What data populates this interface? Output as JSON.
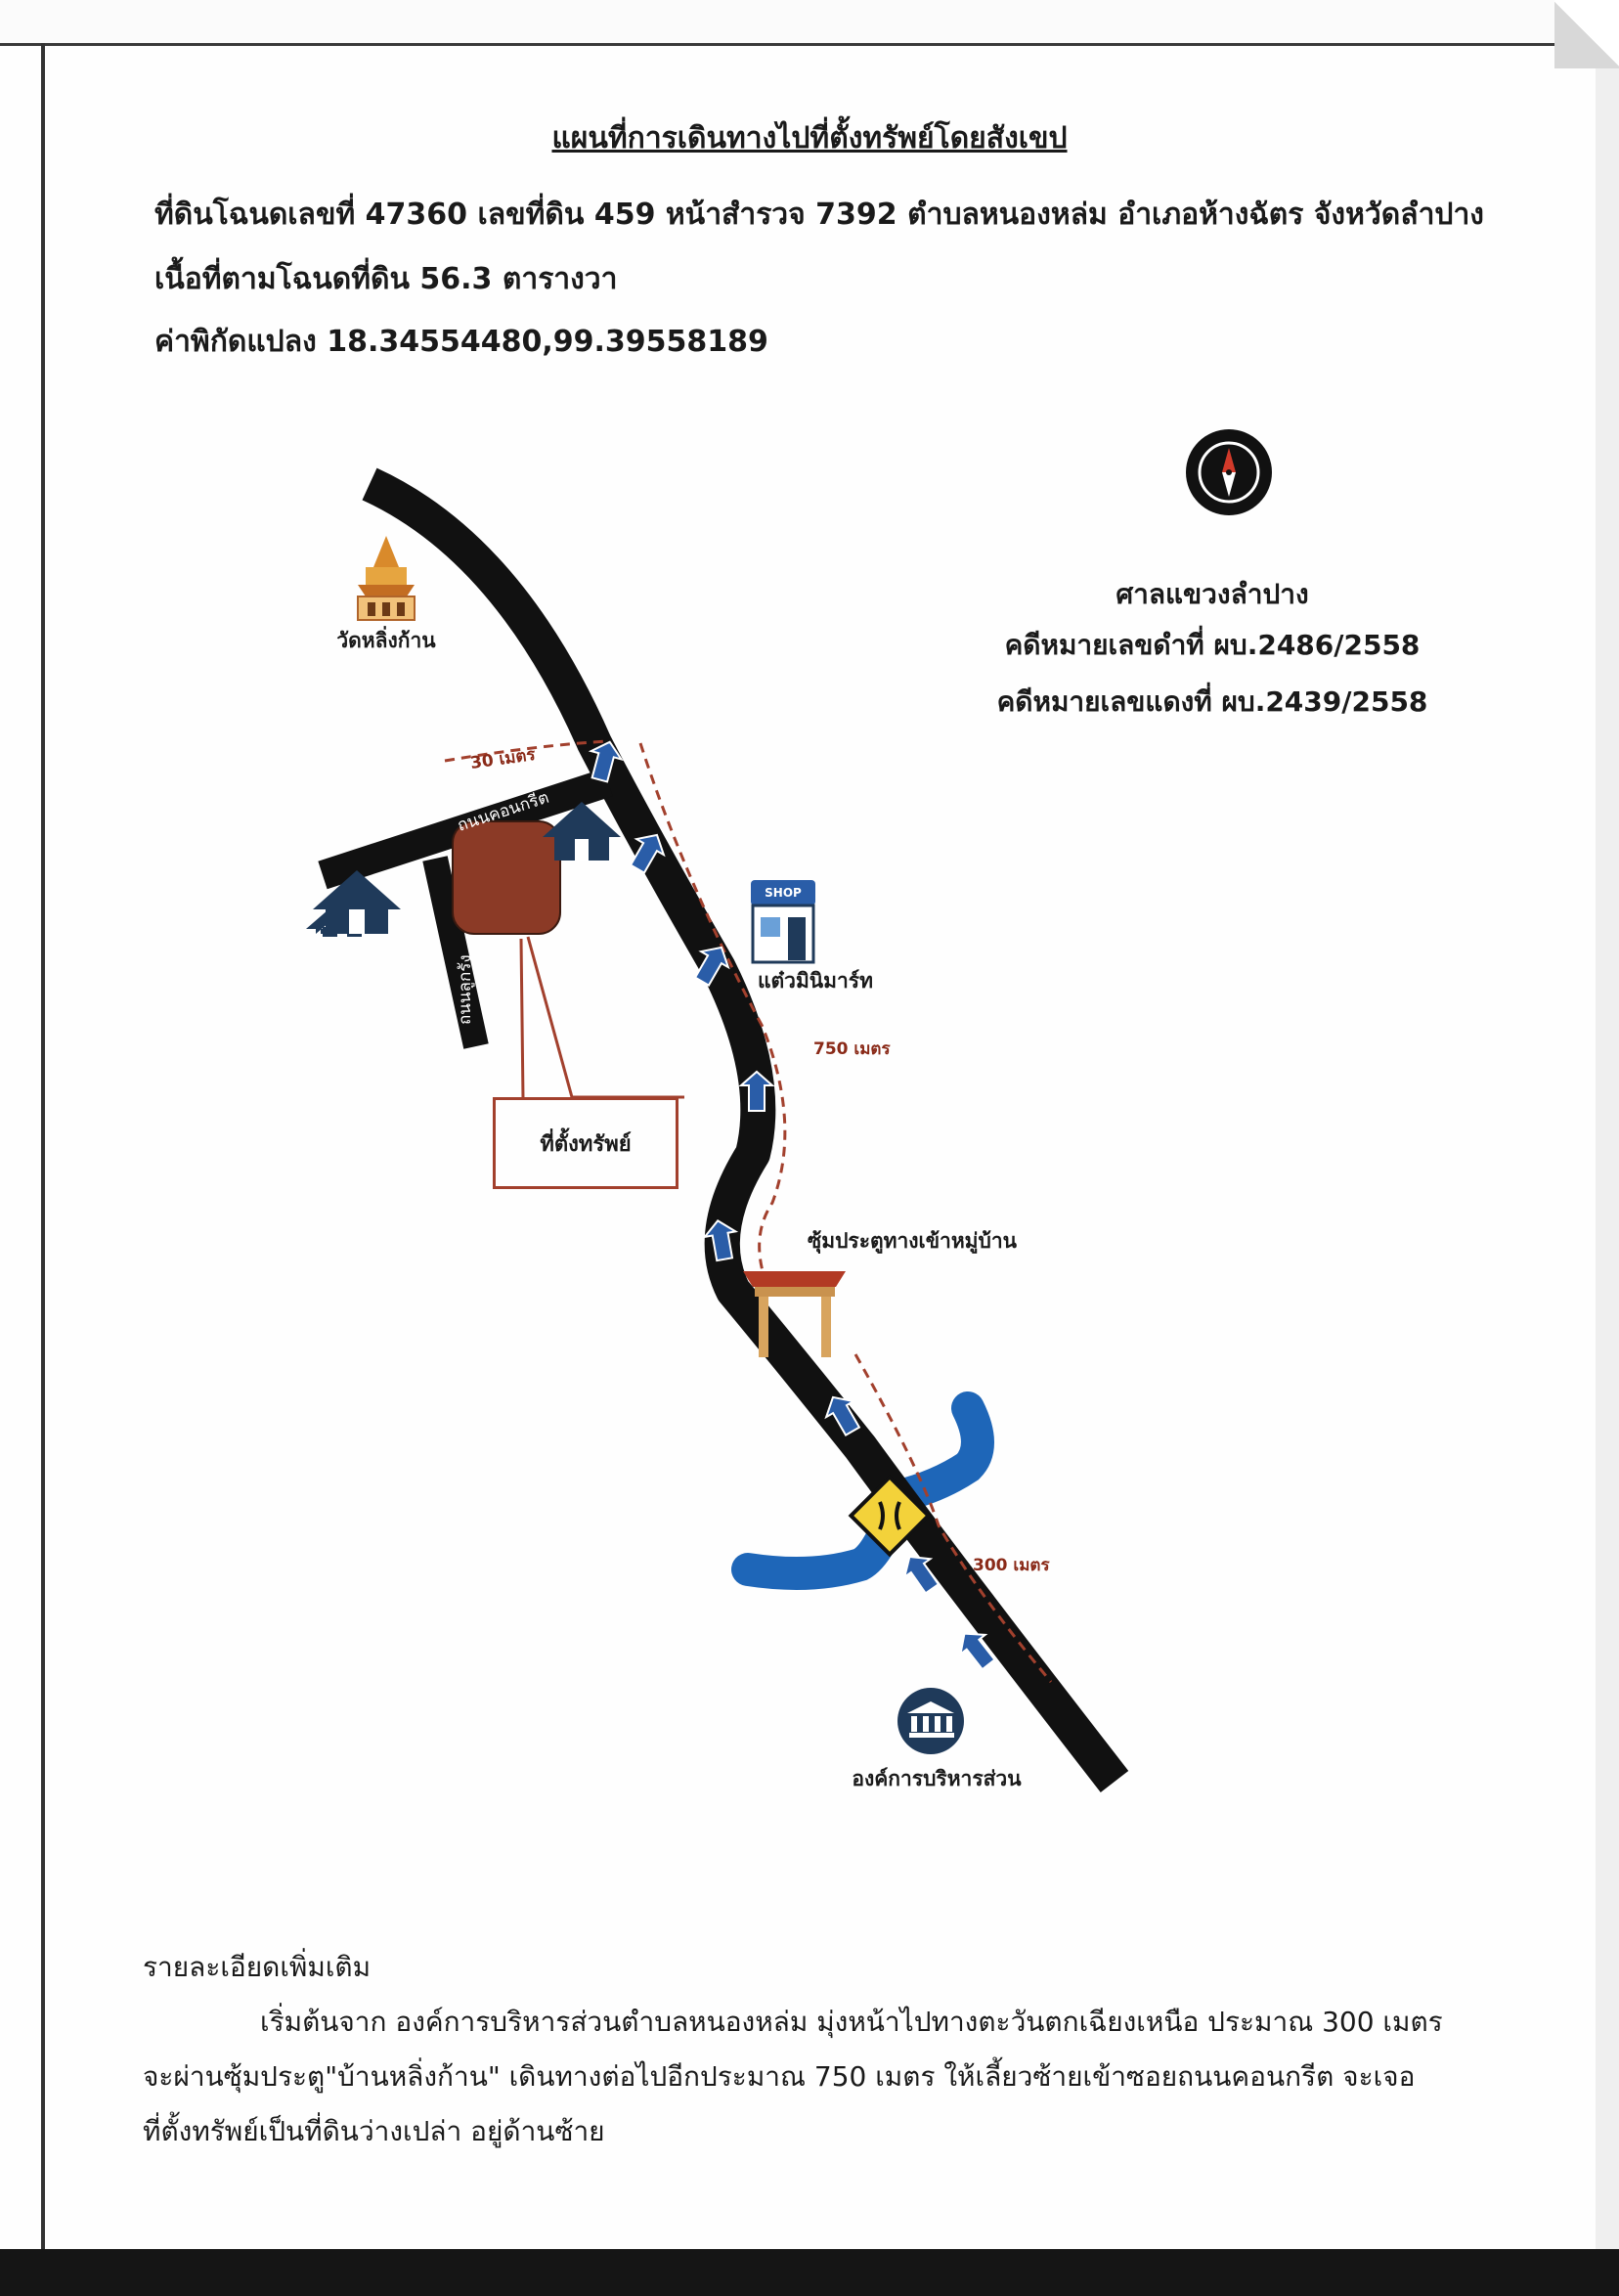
{
  "title": "แผนที่การเดินทางไปที่ตั้งทรัพย์โดยสังเขป",
  "header": {
    "land_info": "ที่ดินโฉนดเลขที่ 47360  เลขที่ดิน 459 หน้าสำรวจ 7392 ตำบลหนองหล่ม อำเภอห้างฉัตร จังหวัดลำปาง",
    "area": "เนื้อที่ตามโฉนดที่ดิน 56.3 ตารางวา",
    "coordinates": "ค่าพิกัดแปลง 18.34554480,99.39558189"
  },
  "court": {
    "name": "ศาลแขวงลำปาง",
    "black_case": "คดีหมายเลขดำที่ ผบ.2486/2558",
    "red_case": "คดีหมายเลขแดงที่ ผบ.2439/2558"
  },
  "map": {
    "landmarks": {
      "temple": "วัดหลิ่งก้าน",
      "shop": "แต๋วมินิมาร์ท",
      "shop_sign": "SHOP",
      "gate": "ซุ้มประตูทางเข้าหมู่บ้าน",
      "sao": "องค์การบริหารส่วน",
      "property": "ที่ตั้งทรัพย์"
    },
    "roads": {
      "concrete_road": "ถนนคอนกรีต",
      "dirt_road": "ถนนลูกรัง"
    },
    "distances": {
      "d30": "30 เมตร",
      "d750": "750 เมตร",
      "d300": "300 เมตร"
    },
    "colors": {
      "road": "#111111",
      "water": "#1e66b8",
      "property_plot": "#8b3a26",
      "route_line": "#a2402d",
      "house": "#1f3a5a",
      "arrow": "#2a5da8"
    },
    "icons": [
      "compass-icon",
      "temple-icon",
      "shop-icon",
      "house-icon",
      "gate-icon",
      "bridge-sign-icon",
      "government-building-icon",
      "direction-arrow-icon"
    ]
  },
  "details": {
    "heading": "รายละเอียดเพิ่มเติม",
    "line1": "เริ่มต้นจาก องค์การบริหารส่วนตำบลหนองหล่ม มุ่งหน้าไปทางตะวันตกเฉียงเหนือ ประมาณ 300 เมตร",
    "line2": "จะผ่านซุ้มประตู\"บ้านหลิ่งก้าน\" เดินทางต่อไปอีกประมาณ 750 เมตร ให้เลี้ยวซ้ายเข้าซอยถนนคอนกรีต จะเจอ",
    "line3": "ที่ตั้งทรัพย์เป็นที่ดินว่างเปล่า อยู่ด้านซ้าย"
  }
}
